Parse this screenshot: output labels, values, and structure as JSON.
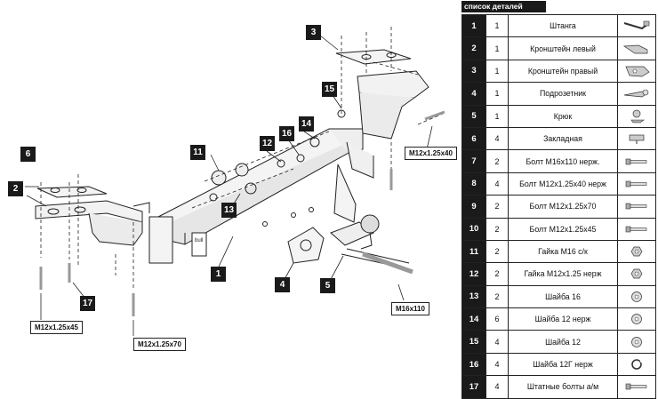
{
  "callouts": [
    "1",
    "2",
    "3",
    "4",
    "5",
    "6",
    "11",
    "12",
    "13",
    "14",
    "15",
    "16",
    "17"
  ],
  "dims": {
    "m12_40": "M12x1.25x40",
    "m12_45": "M12x1.25x45",
    "m12_70": "M12x1.25x70",
    "m16_110": "M16x110"
  },
  "parts_list": {
    "title": "список деталей",
    "rows": [
      {
        "num": "1",
        "qty": "1",
        "name": "Штанга",
        "icon": "bar-icon"
      },
      {
        "num": "2",
        "qty": "1",
        "name": "Кронштейн левый",
        "icon": "bracket-left-icon"
      },
      {
        "num": "3",
        "qty": "1",
        "name": "Кронштейн правый",
        "icon": "bracket-right-icon"
      },
      {
        "num": "4",
        "qty": "1",
        "name": "Подрозетник",
        "icon": "socket-plate-icon"
      },
      {
        "num": "5",
        "qty": "1",
        "name": "Крюк",
        "icon": "hook-icon"
      },
      {
        "num": "6",
        "qty": "4",
        "name": "Закладная",
        "icon": "insert-icon"
      },
      {
        "num": "7",
        "qty": "2",
        "name": "Болт М16х110 нерж.",
        "icon": "bolt-icon"
      },
      {
        "num": "8",
        "qty": "4",
        "name": "Болт М12х1.25х40 нерж",
        "icon": "bolt-icon"
      },
      {
        "num": "9",
        "qty": "2",
        "name": "Болт М12х1.25х70",
        "icon": "bolt-icon"
      },
      {
        "num": "10",
        "qty": "2",
        "name": "Болт М12х1.25х45",
        "icon": "bolt-icon"
      },
      {
        "num": "11",
        "qty": "2",
        "name": "Гайка М16 с/к",
        "icon": "nut-icon"
      },
      {
        "num": "12",
        "qty": "2",
        "name": "Гайка М12х1.25 нерж",
        "icon": "nut-icon"
      },
      {
        "num": "13",
        "qty": "2",
        "name": "Шайба 16",
        "icon": "washer-icon"
      },
      {
        "num": "14",
        "qty": "6",
        "name": "Шайба 12 нерж",
        "icon": "washer-icon"
      },
      {
        "num": "15",
        "qty": "4",
        "name": "Шайба 12",
        "icon": "washer-icon"
      },
      {
        "num": "16",
        "qty": "4",
        "name": "Шайба 12Г нерж",
        "icon": "spring-washer-icon"
      },
      {
        "num": "17",
        "qty": "4",
        "name": "Штатные болты а/м",
        "icon": "bolt-icon"
      }
    ]
  }
}
